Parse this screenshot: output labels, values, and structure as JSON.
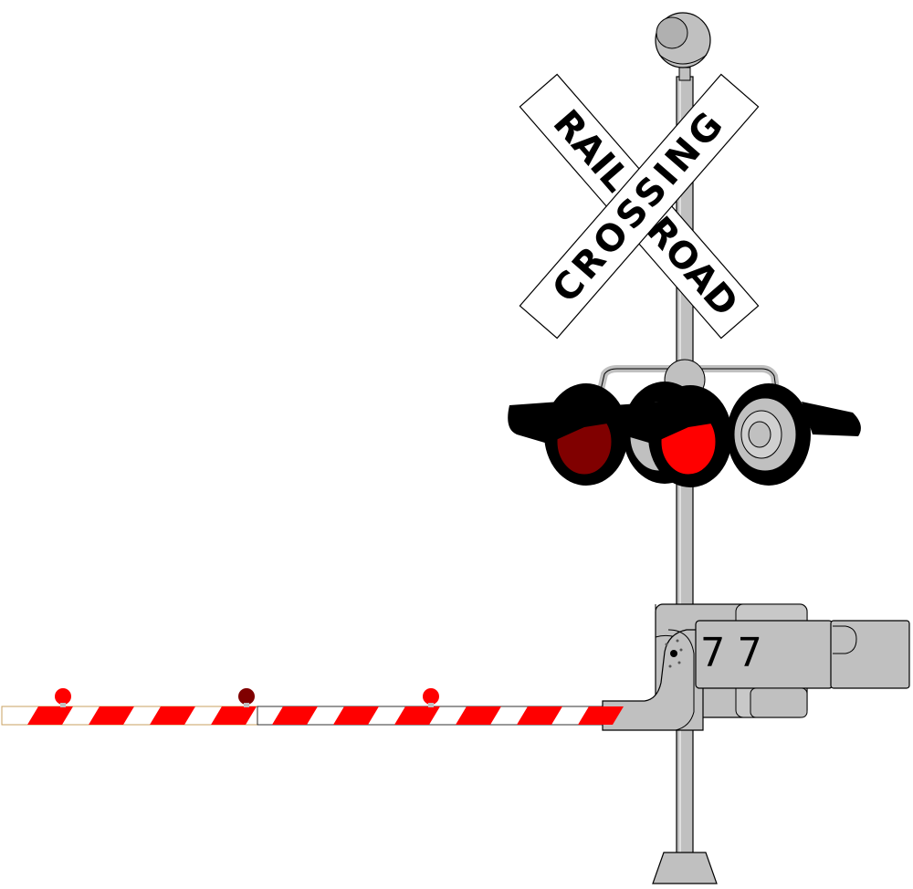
{
  "sign": {
    "upper_word": "RAIL",
    "lower_word": "ROAD",
    "cross_word": "CROSSING"
  },
  "mechanism": {
    "label": "77"
  },
  "colors": {
    "pole": "#c0c0c0",
    "outline": "#000000",
    "light_dark": "#800000",
    "light_lit": "#ff0000",
    "hood": "#000000",
    "gate_stripe": "#ff0000",
    "gate_base": "#ffffff"
  },
  "icons": {
    "beacon": "round-beacon-icon",
    "crossbuck": "railroad-crossbuck-icon",
    "signal": "flashing-signal-light-icon",
    "gate": "gate-arm-icon"
  }
}
